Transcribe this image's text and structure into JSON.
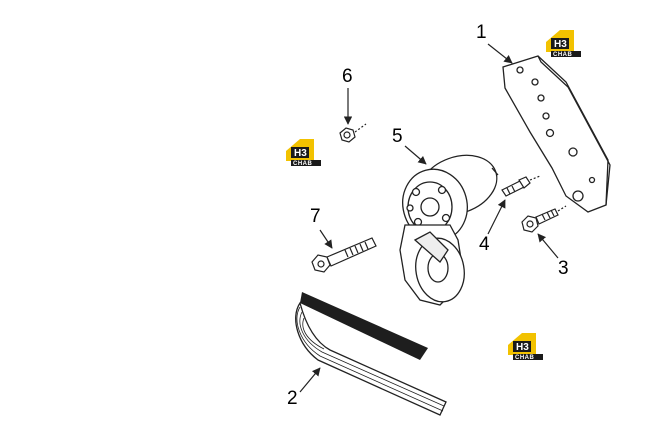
{
  "callouts": {
    "c1": "1",
    "c2": "2",
    "c3": "3",
    "c4": "4",
    "c5": "5",
    "c6": "6",
    "c7": "7"
  },
  "watermark": {
    "main": "H3",
    "sub": "CHAB",
    "colors": {
      "yellow": "#f2c200",
      "dark": "#1a1a1a"
    }
  },
  "colors": {
    "line": "#222222",
    "fill": "#ffffff",
    "belt": "#1e1e1e"
  }
}
